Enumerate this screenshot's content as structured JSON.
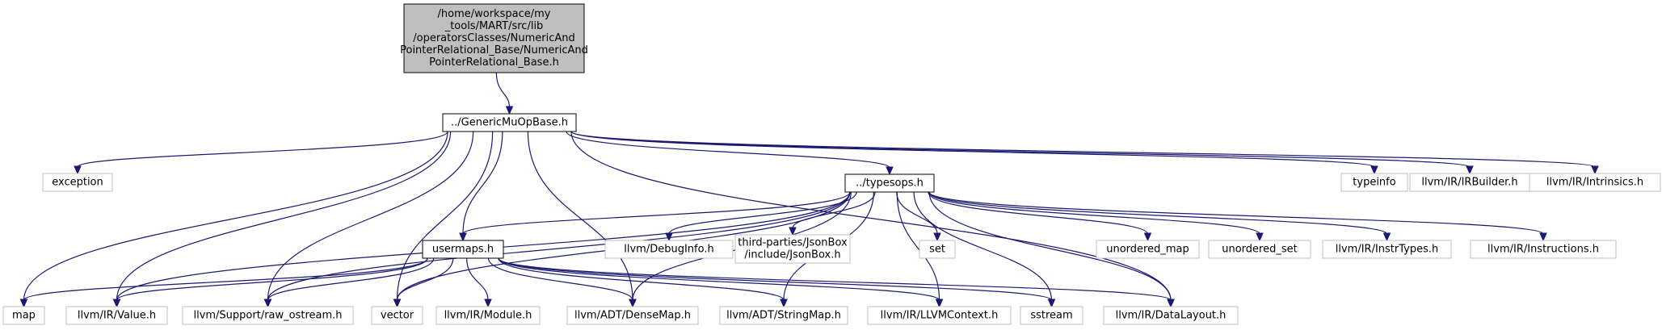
{
  "diagram": {
    "type": "include-dependency-graph",
    "root": "n0",
    "colors": {
      "edge": "#191970",
      "current_fill": "#bfbfbf",
      "documented_border": "#000000",
      "external_border": "#bfbfbf"
    },
    "nodes": [
      {
        "id": "n0",
        "kind": "current",
        "lines": [
          "/home/workspace/my",
          "_tools/MART/src/lib",
          "/operatorsClasses/NumericAnd",
          "PointerRelational_Base/NumericAnd",
          "PointerRelational_Base.h"
        ]
      },
      {
        "id": "n1",
        "kind": "documented",
        "lines": [
          "../GenericMuOpBase.h"
        ]
      },
      {
        "id": "n2",
        "kind": "external",
        "lines": [
          "exception"
        ]
      },
      {
        "id": "n3",
        "kind": "documented",
        "lines": [
          "../typesops.h"
        ]
      },
      {
        "id": "n4",
        "kind": "external",
        "lines": [
          "typeinfo"
        ]
      },
      {
        "id": "n5",
        "kind": "external",
        "lines": [
          "llvm/IR/IRBuilder.h"
        ]
      },
      {
        "id": "n6",
        "kind": "external",
        "lines": [
          "llvm/IR/Intrinsics.h"
        ]
      },
      {
        "id": "n7",
        "kind": "documented",
        "lines": [
          "usermaps.h"
        ]
      },
      {
        "id": "n8",
        "kind": "external",
        "lines": [
          "llvm/DebugInfo.h"
        ]
      },
      {
        "id": "n9",
        "kind": "external",
        "lines": [
          "third-parties/JsonBox",
          "/include/JsonBox.h"
        ]
      },
      {
        "id": "n10",
        "kind": "external",
        "lines": [
          "set"
        ]
      },
      {
        "id": "n11",
        "kind": "external",
        "lines": [
          "unordered_map"
        ]
      },
      {
        "id": "n12",
        "kind": "external",
        "lines": [
          "unordered_set"
        ]
      },
      {
        "id": "n13",
        "kind": "external",
        "lines": [
          "llvm/IR/InstrTypes.h"
        ]
      },
      {
        "id": "n14",
        "kind": "external",
        "lines": [
          "llvm/IR/Instructions.h"
        ]
      },
      {
        "id": "n15",
        "kind": "external",
        "lines": [
          "map"
        ]
      },
      {
        "id": "n16",
        "kind": "external",
        "lines": [
          "llvm/IR/Value.h"
        ]
      },
      {
        "id": "n17",
        "kind": "external",
        "lines": [
          "llvm/Support/raw_ostream.h"
        ]
      },
      {
        "id": "n18",
        "kind": "external",
        "lines": [
          "vector"
        ]
      },
      {
        "id": "n19",
        "kind": "external",
        "lines": [
          "llvm/IR/Module.h"
        ]
      },
      {
        "id": "n20",
        "kind": "external",
        "lines": [
          "llvm/ADT/DenseMap.h"
        ]
      },
      {
        "id": "n21",
        "kind": "external",
        "lines": [
          "llvm/ADT/StringMap.h"
        ]
      },
      {
        "id": "n22",
        "kind": "external",
        "lines": [
          "llvm/IR/LLVMContext.h"
        ]
      },
      {
        "id": "n23",
        "kind": "external",
        "lines": [
          "sstream"
        ]
      },
      {
        "id": "n24",
        "kind": "external",
        "lines": [
          "llvm/IR/DataLayout.h"
        ]
      }
    ],
    "edges": [
      {
        "from": "n0",
        "to": "n1"
      },
      {
        "from": "n1",
        "to": "n2"
      },
      {
        "from": "n1",
        "to": "n3"
      },
      {
        "from": "n1",
        "to": "n4"
      },
      {
        "from": "n1",
        "to": "n5"
      },
      {
        "from": "n1",
        "to": "n6"
      },
      {
        "from": "n1",
        "to": "n7"
      },
      {
        "from": "n1",
        "to": "n15"
      },
      {
        "from": "n1",
        "to": "n16"
      },
      {
        "from": "n1",
        "to": "n17"
      },
      {
        "from": "n1",
        "to": "n18"
      },
      {
        "from": "n1",
        "to": "n20"
      },
      {
        "from": "n1",
        "to": "n24"
      },
      {
        "from": "n3",
        "to": "n7"
      },
      {
        "from": "n3",
        "to": "n8"
      },
      {
        "from": "n3",
        "to": "n9"
      },
      {
        "from": "n3",
        "to": "n10"
      },
      {
        "from": "n3",
        "to": "n11"
      },
      {
        "from": "n3",
        "to": "n12"
      },
      {
        "from": "n3",
        "to": "n13"
      },
      {
        "from": "n3",
        "to": "n14"
      },
      {
        "from": "n3",
        "to": "n16"
      },
      {
        "from": "n3",
        "to": "n17"
      },
      {
        "from": "n3",
        "to": "n18"
      },
      {
        "from": "n3",
        "to": "n20"
      },
      {
        "from": "n3",
        "to": "n21"
      },
      {
        "from": "n3",
        "to": "n22"
      },
      {
        "from": "n3",
        "to": "n23"
      },
      {
        "from": "n3",
        "to": "n24"
      },
      {
        "from": "n7",
        "to": "n15"
      },
      {
        "from": "n7",
        "to": "n16"
      },
      {
        "from": "n7",
        "to": "n17"
      },
      {
        "from": "n7",
        "to": "n18"
      },
      {
        "from": "n7",
        "to": "n19"
      },
      {
        "from": "n7",
        "to": "n20"
      },
      {
        "from": "n7",
        "to": "n21"
      },
      {
        "from": "n7",
        "to": "n22"
      },
      {
        "from": "n7",
        "to": "n23"
      },
      {
        "from": "n7",
        "to": "n24"
      }
    ]
  }
}
